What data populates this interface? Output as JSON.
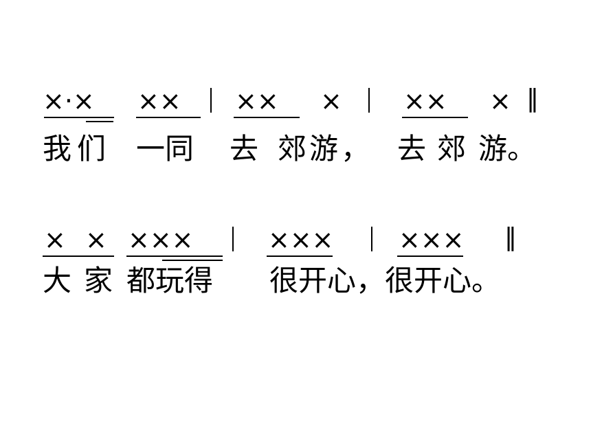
{
  "lines": [
    {
      "rhythm": [
        {
          "text": "×·×"
        },
        {
          "text": "××"
        },
        {
          "text": "××"
        },
        {
          "text": "×"
        },
        {
          "text": "××"
        },
        {
          "text": "×"
        }
      ],
      "final_bar": "‖",
      "lyrics": [
        "我们",
        "一同",
        "去",
        "郊游，",
        "去",
        "郊",
        "游。"
      ]
    },
    {
      "rhythm": [
        {
          "text": "×"
        },
        {
          "text": "×"
        },
        {
          "text": "×××"
        },
        {
          "text": "×××"
        },
        {
          "text": "×××"
        }
      ],
      "final_bar": "‖",
      "lyrics": [
        "大",
        "家",
        "都玩得",
        "很开心，很开心。"
      ]
    }
  ]
}
